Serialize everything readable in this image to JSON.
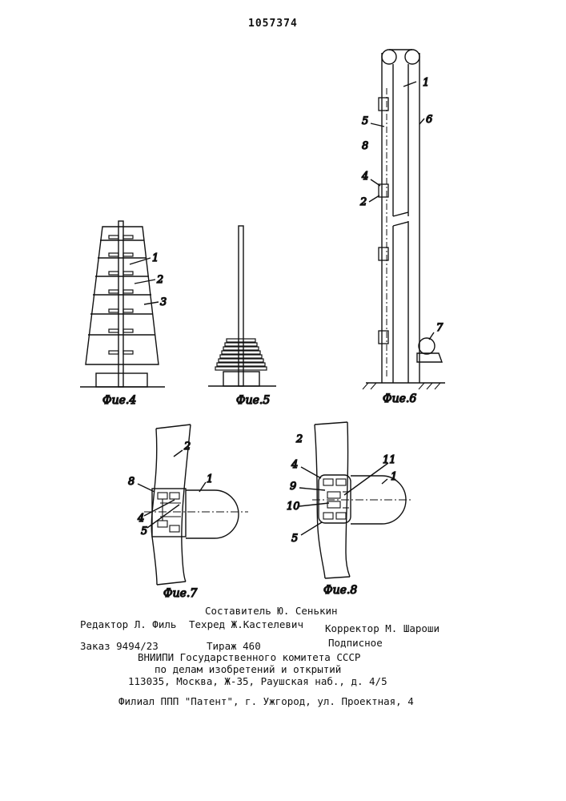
{
  "header": {
    "patent_number": "1057374"
  },
  "figures": {
    "fig4": {
      "caption": "Фие.4",
      "labels": [
        "1",
        "2",
        "3"
      ]
    },
    "fig5": {
      "caption": "Фие.5"
    },
    "fig6": {
      "caption": "Фие.6",
      "labels": [
        "1",
        "5",
        "6",
        "8",
        "4",
        "2",
        "7"
      ]
    },
    "fig7": {
      "caption": "Фие.7",
      "labels": [
        "2",
        "1",
        "8",
        "4",
        "5"
      ]
    },
    "fig8": {
      "caption": "Фие.8",
      "labels": [
        "2",
        "11",
        "1",
        "4",
        "9",
        "10",
        "5"
      ]
    }
  },
  "colophon": {
    "compiler": "Составитель Ю. Сенькин",
    "editor": "Редактор Л. Филь",
    "techred": "Техред Ж.Кастелевич",
    "corrector": "Корректор М. Шароши",
    "order": "Заказ 9494/23",
    "print_run": "Тираж 460",
    "subscription": "Подписное",
    "org1": "ВНИИПИ Государственного комитета СССР",
    "org2": "по делам изобретений и открытий",
    "address": "113035, Москва, Ж-35, Раушская наб., д. 4/5",
    "branch": "Филиал ППП \"Патент\", г. Ужгород, ул. Проектная, 4"
  }
}
